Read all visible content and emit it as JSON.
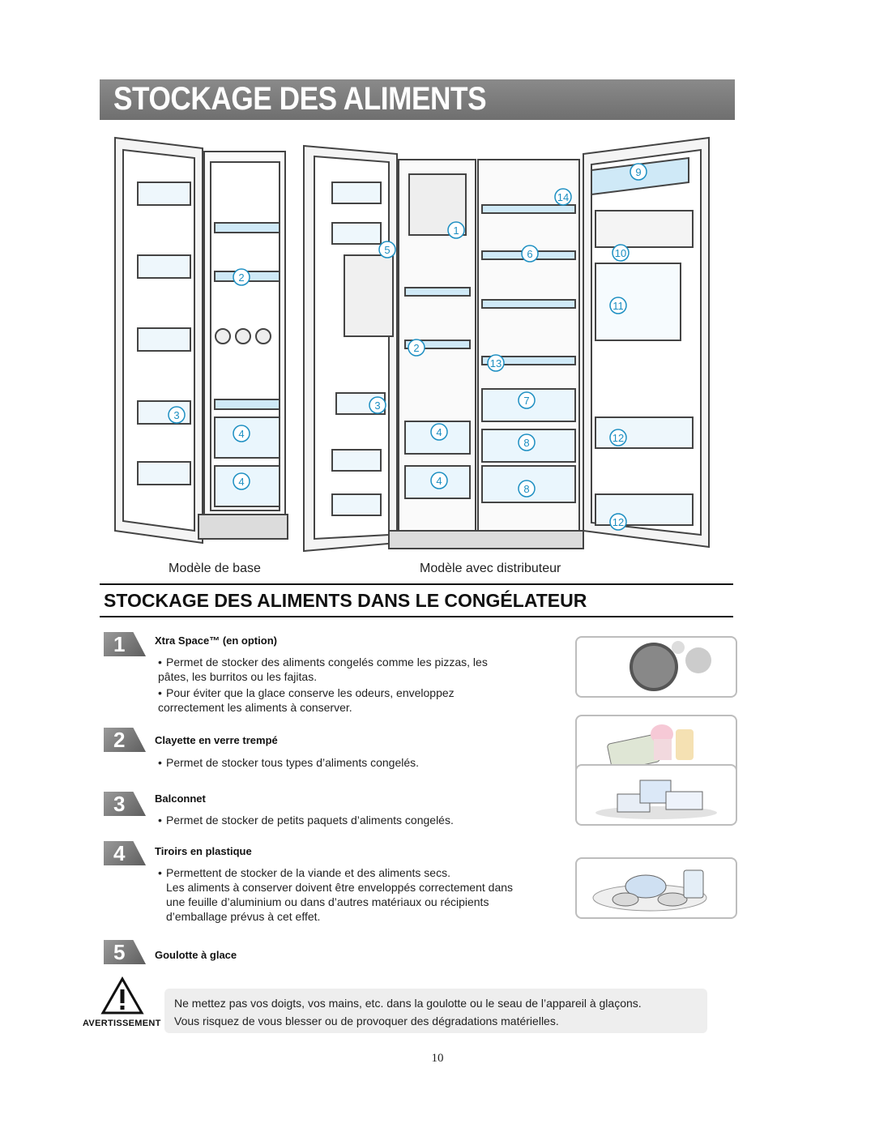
{
  "header": {
    "title": "STOCKAGE DES ALIMENTS"
  },
  "illustration": {
    "caption_left": "Modèle de base",
    "caption_right": "Modèle avec distributeur",
    "callouts_left": [
      "2",
      "3",
      "4",
      "4"
    ],
    "callouts_right": [
      "1",
      "2",
      "3",
      "4",
      "4",
      "5",
      "6",
      "7",
      "8",
      "8",
      "9",
      "10",
      "11",
      "12",
      "12",
      "13",
      "14"
    ]
  },
  "section": {
    "title": "STOCKAGE DES ALIMENTS DANS LE CONGÉLATEUR"
  },
  "items": [
    {
      "number": "1",
      "title": "Xtra Space™ (en option)",
      "bullets": [
        "Permet de stocker des aliments congelés comme les pizzas, les pâtes, les burritos ou les fajitas.",
        "Pour éviter que la glace conserve les odeurs, enveloppez correctement les aliments à conserver."
      ]
    },
    {
      "number": "2",
      "title": "Clayette en verre trempé",
      "bullets": [
        "Permet de stocker tous types d’aliments congelés."
      ]
    },
    {
      "number": "3",
      "title": "Balconnet",
      "bullets": [
        "Permet de stocker de petits paquets d’aliments congelés."
      ]
    },
    {
      "number": "4",
      "title": "Tiroirs en plastique",
      "bullets": [
        "Permettent de stocker de la viande et des aliments secs."
      ],
      "extra": "Les aliments à conserver doivent être enveloppés correctement dans une feuille d’aluminium ou dans d’autres matériaux ou récipients d’emballage prévus à cet effet."
    },
    {
      "number": "5",
      "title": "Goulotte à glace",
      "bullets": []
    }
  ],
  "warning": {
    "label": "AVERTISSEMENT",
    "line1": "Ne mettez pas vos doigts, vos mains, etc. dans la goulotte ou le seau de l’appareil à glaçons.",
    "line2": "Vous risquez de vous blesser ou de provoquer des dégradations matérielles."
  },
  "page_number": "10",
  "colors": {
    "banner": "#7a7a7a",
    "callout": "#1d8fc2",
    "shelf": "#cfe9f7"
  }
}
